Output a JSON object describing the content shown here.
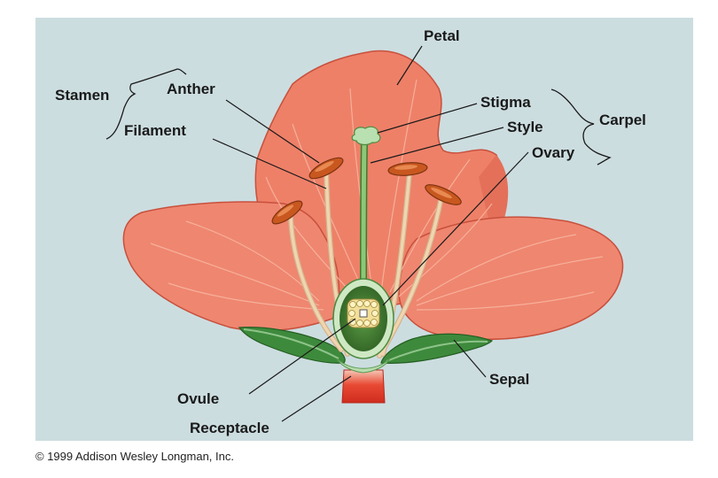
{
  "labels": {
    "petal": "Petal",
    "stamen": "Stamen",
    "anther": "Anther",
    "filament": "Filament",
    "stigma": "Stigma",
    "style": "Style",
    "carpel": "Carpel",
    "ovary": "Ovary",
    "ovule": "Ovule",
    "receptacle": "Receptacle",
    "sepal": "Sepal"
  },
  "copyright": "© 1999 Addison Wesley Longman, Inc.",
  "colors": {
    "background": "#ccdde0",
    "petal": "#ee8068",
    "petal_light": "#f5a58e",
    "petal_dark": "#d8614a",
    "stalk": "#efd5b0",
    "anther": "#c8581f",
    "sepal": "#3e8a3c",
    "sepal_light": "#8ec48a",
    "style": "#6fae5e",
    "ovary": "#3f7a2f",
    "ovule": "#f3df9a",
    "receptacle": "#e23a2a"
  }
}
